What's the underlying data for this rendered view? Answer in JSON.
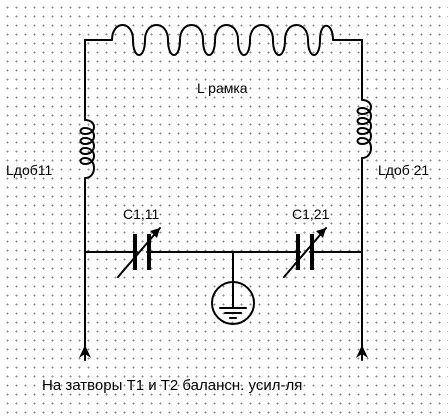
{
  "diagram": {
    "labels": {
      "main_coil": "L рамка",
      "left_coil": "Lдоб11",
      "right_coil": "Lдоб 21",
      "left_cap": "C1,11",
      "right_cap": "C1,21"
    },
    "caption": "На затворы T1 и T2  балансн. усил-ля"
  }
}
